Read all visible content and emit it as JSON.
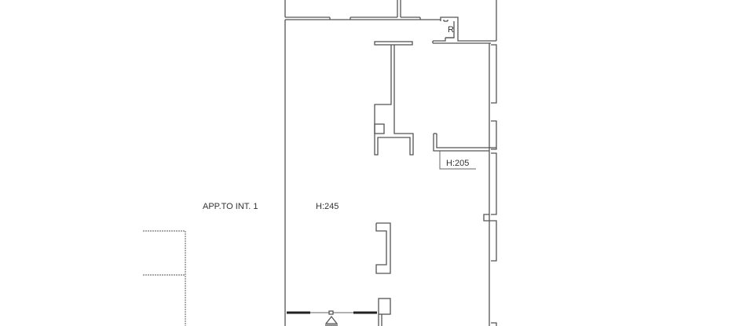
{
  "drawing": {
    "type": "architectural floor plan",
    "line_color": "#555555",
    "background": "#ffffff"
  },
  "labels": {
    "adjacent_unit": "APP.TO INT. 1",
    "main_room_height": "H:245",
    "side_room_height": "H:205",
    "riser": "R"
  },
  "symbols": {
    "entrance_marker": "triangle-icon"
  }
}
